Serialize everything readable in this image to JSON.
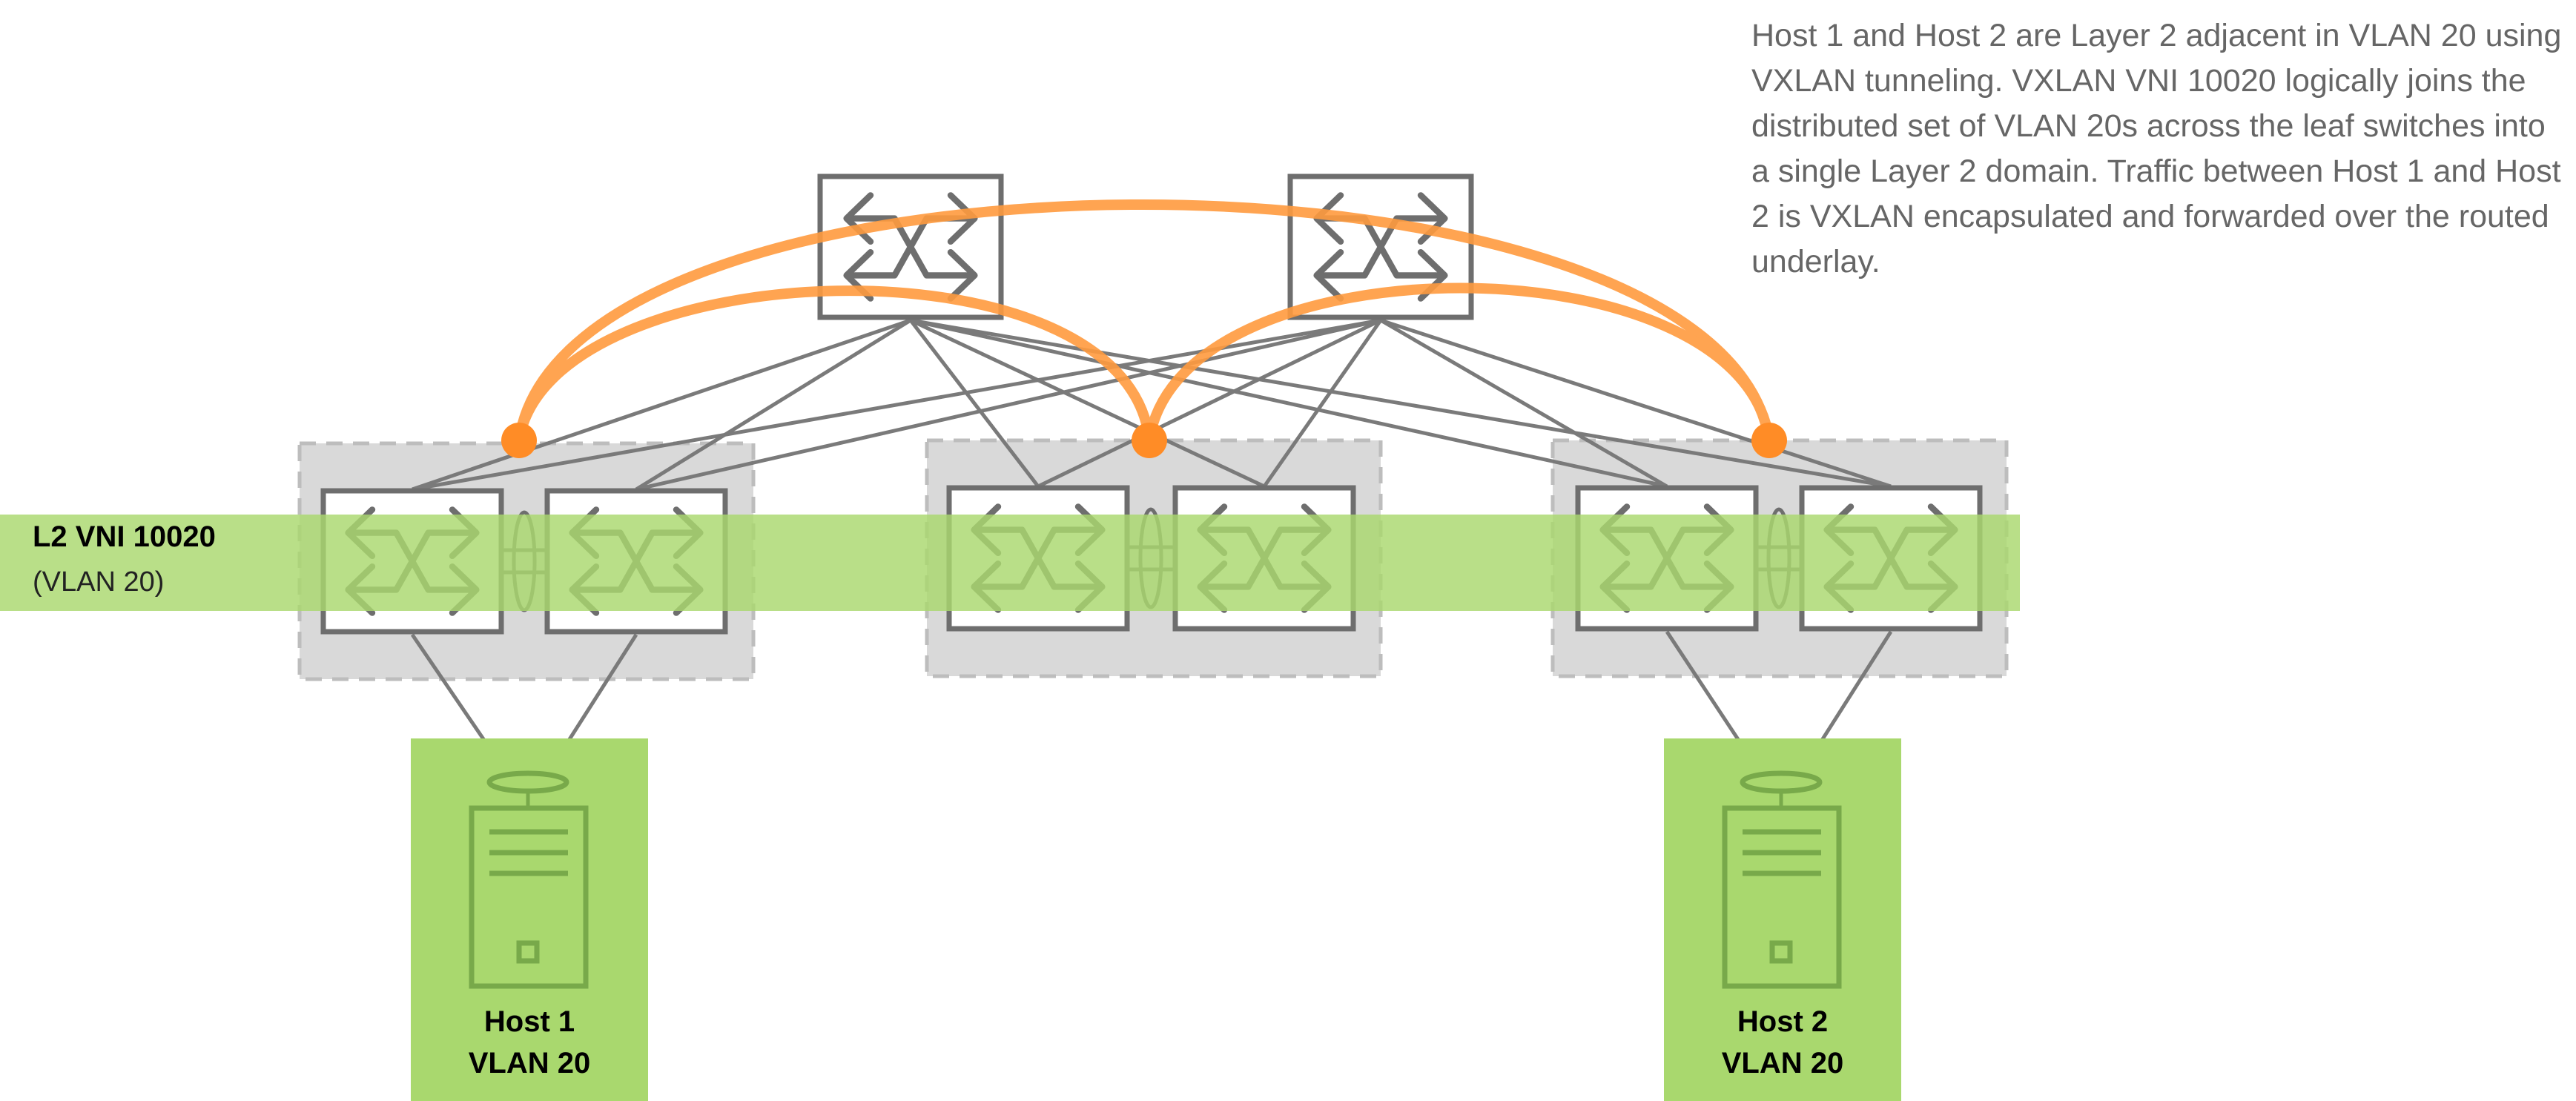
{
  "description": "Host 1 and Host 2 are Layer 2 adjacent in VLAN 20 using VXLAN tunneling. VXLAN VNI 10020 logically joins the distributed set of VLAN 20s across the leaf switches into a single Layer 2 domain. Traffic between Host 1 and Host 2 is VXLAN encapsulated and forwarded over the routed underlay.",
  "vni_band": {
    "title": "L2 VNI 10020",
    "subtitle": "(VLAN 20)"
  },
  "hosts": [
    {
      "name": "Host 1",
      "vlan": "VLAN 20"
    },
    {
      "name": "Host 2",
      "vlan": "VLAN 20"
    }
  ],
  "colors": {
    "switch_stroke": "#6e6e6e",
    "leaf_pair_fill": "#d9d9d9",
    "vni_band": "#a9d86e",
    "host_fill": "#a9d86e",
    "host_icon": "#78a94a",
    "tunnel": "#ff9b3f",
    "vtep": "#ff8c26",
    "link": "#7a7a7a",
    "description_text": "#666666"
  },
  "icons": {
    "spine": "switch-icon",
    "leaf": "switch-icon",
    "host": "server-icon",
    "vtep": "vtep-dot-icon"
  }
}
